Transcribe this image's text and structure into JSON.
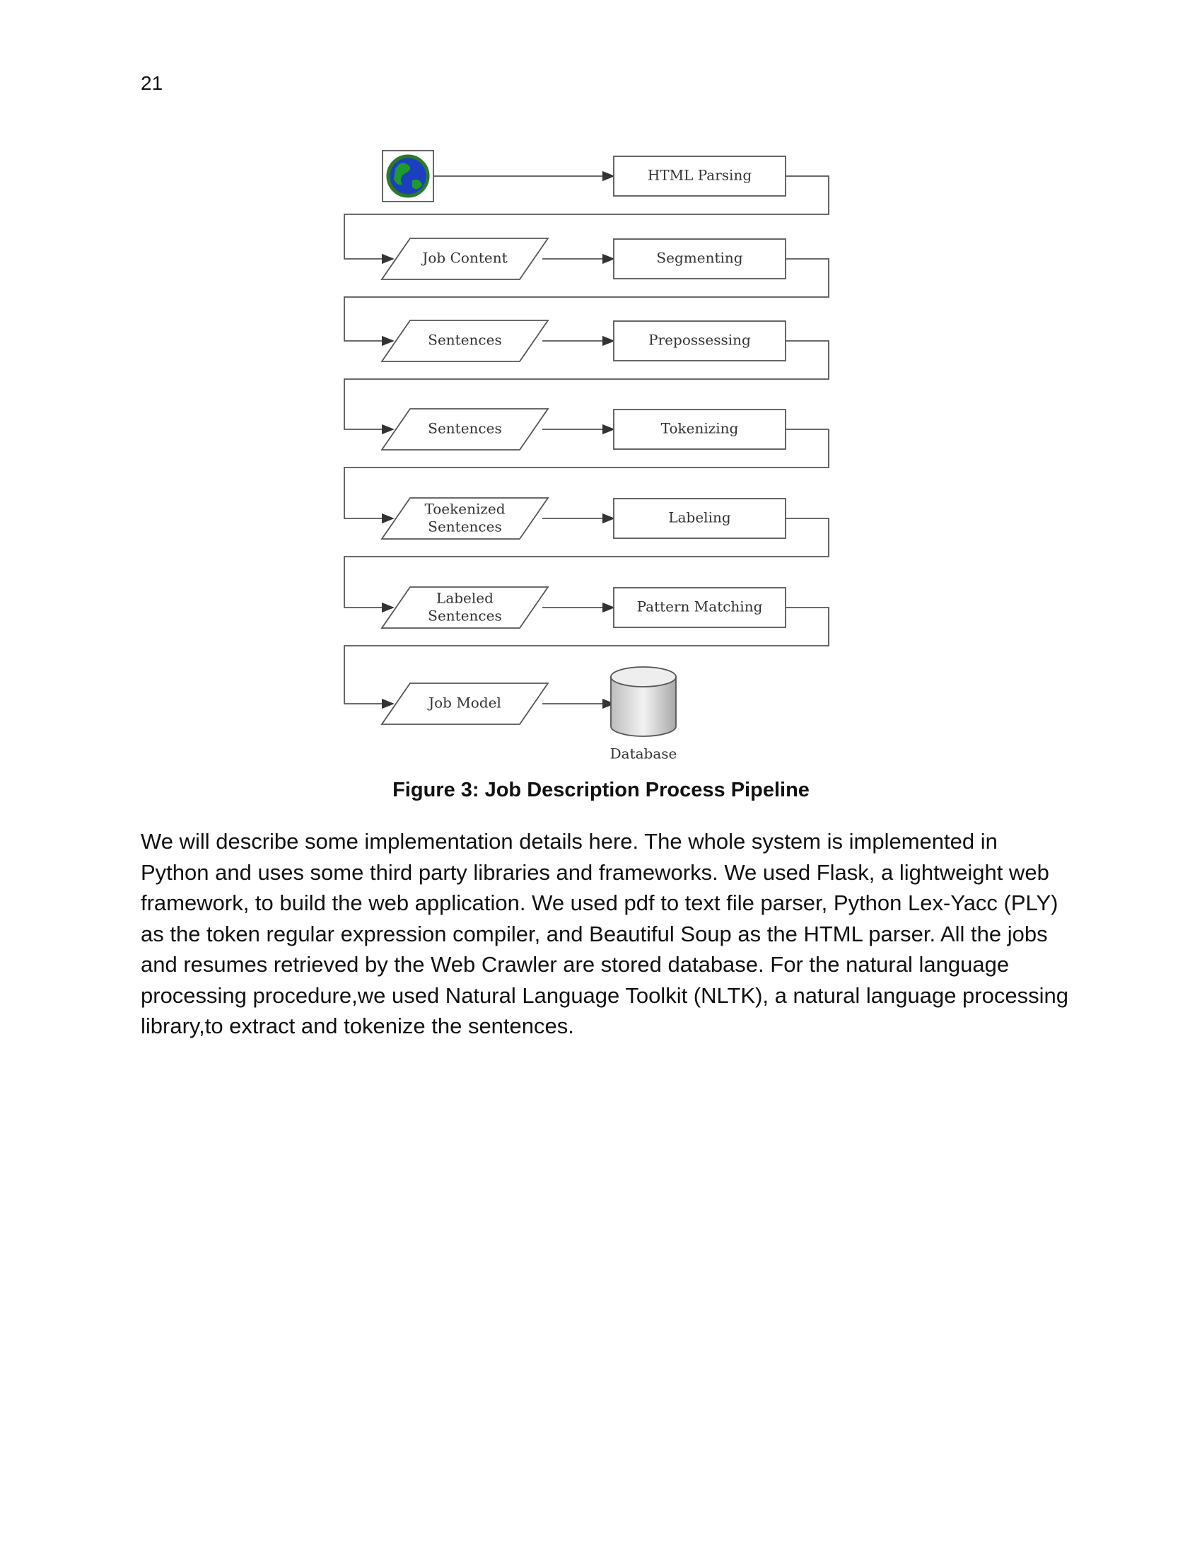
{
  "page": {
    "number": "21"
  },
  "diagram": {
    "rows": [
      {
        "input": [],
        "process": "HTML Parsing"
      },
      {
        "input": [
          "Job Content"
        ],
        "process": "Segmenting"
      },
      {
        "input": [
          "Sentences"
        ],
        "process": "Prepossessing"
      },
      {
        "input": [
          "Sentences"
        ],
        "process": "Tokenizing"
      },
      {
        "input": [
          "Toekenized",
          "Sentences"
        ],
        "process": "Labeling"
      },
      {
        "input": [
          "Labeled",
          "Sentences"
        ],
        "process": "Pattern Matching"
      },
      {
        "input": [
          "Job Model"
        ],
        "process": ""
      }
    ],
    "source_icon": "globe-icon",
    "sink_icon": "database-icon",
    "sink_label": "Database"
  },
  "caption": "Figure 3: Job Description Process Pipeline",
  "body": {
    "lines": [
      "We will describe some implementation details here. The whole system is implemented in",
      "Python and uses some third party libraries and frameworks. We used Flask, a lightweight web",
      "framework, to build the web application. We used pdf to text file parser, Python Lex-Yacc (PLY)",
      "as the token regular expression compiler, and Beautiful Soup as the HTML parser. All the jobs",
      "and resumes retrieved by the Web Crawler are stored database. For the natural language",
      "processing procedure,we used Natural Language Toolkit (NLTK), a natural language processing",
      "library,to extract and tokenize the sentences."
    ]
  }
}
